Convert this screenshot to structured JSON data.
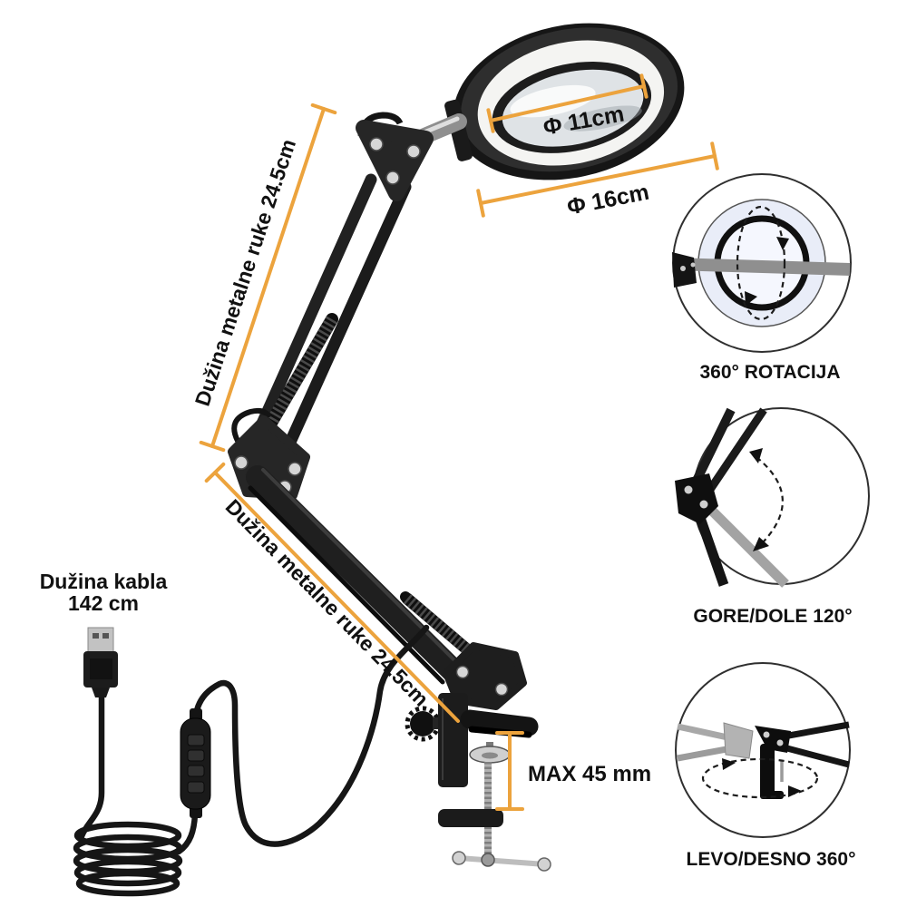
{
  "annotations": {
    "lens_diameter": "Φ 11cm",
    "head_diameter": "Φ 16cm",
    "upper_arm_length": "Dužina metalne ruke 24.5cm",
    "lower_arm_length": "Dužina metalne ruke 24.5cm",
    "cable_length_title": "Dužina kabla",
    "cable_length_value": "142 cm",
    "clamp_max_opening": "MAX 45 mm"
  },
  "features": {
    "rotation": "360° ROTACIJA",
    "tilt": "GORE/DOLE 120°",
    "swivel": "LEVO/DESNO 360°"
  },
  "colors": {
    "measurement_line": "#ECA33D",
    "label_text": "#111111",
    "product_black": "#1b1b1b",
    "highlight_ring": "#e9edf8",
    "background": "#ffffff"
  }
}
